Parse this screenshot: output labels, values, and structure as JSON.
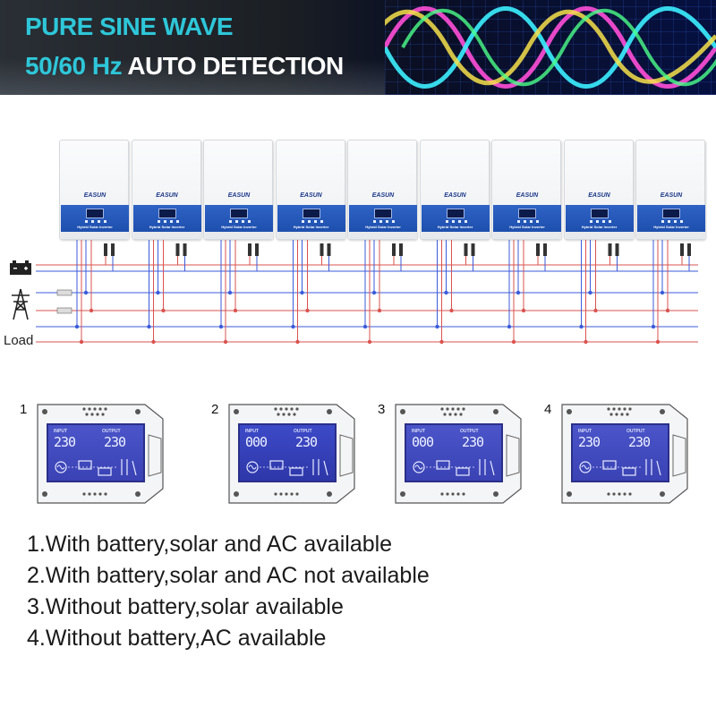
{
  "banner": {
    "line1": "PURE SINE WAVE",
    "line2_highlight": "50/60 Hz",
    "line2_rest": "AUTO DETECTION"
  },
  "inverters": {
    "count": 9,
    "brand": "EASUN",
    "label": "Hybrid Solar Inverter"
  },
  "wiring": {
    "load_label": "Load",
    "colors": {
      "red": "#d9534f",
      "blue": "#3b5bd9",
      "pink": "#e89aa8",
      "grey": "#9aa3ad"
    }
  },
  "lcd_panels": [
    {
      "number": "1",
      "input": "230",
      "output": "230",
      "input_tag": "INPUT",
      "output_tag": "OUTPUT"
    },
    {
      "number": "2",
      "input": "000",
      "output": "230",
      "input_tag": "INPUT",
      "output_tag": "OUTPUT"
    },
    {
      "number": "3",
      "input": "000",
      "output": "230",
      "input_tag": "INPUT",
      "output_tag": "OUTPUT"
    },
    {
      "number": "4",
      "input": "230",
      "output": "230",
      "input_tag": "INPUT",
      "output_tag": "OUTPUT"
    }
  ],
  "captions": [
    "1.With battery,solar and AC available",
    "2.With battery,solar and AC not available",
    "3.Without battery,solar available",
    "4.Without battery,AC available"
  ]
}
